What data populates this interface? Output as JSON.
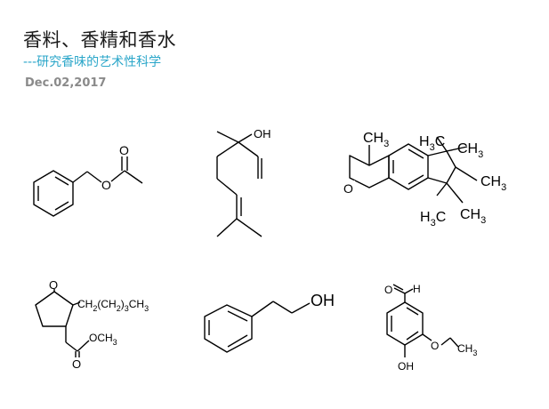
{
  "header": {
    "title": "香料、香精和香水",
    "subtitle": "---研究香味的艺术性科学",
    "date": "Dec.02,2017"
  },
  "molecules": {
    "m1": {
      "o1": "O",
      "o2": "O"
    },
    "m2": {
      "oh": "OH"
    },
    "m3": {
      "ch3_top": "CH",
      "sub3_a": "3",
      "h3c_a": "H",
      "sub3_b": "3",
      "c_a": "C",
      "ch3_tr": "CH",
      "sub3_c": "3",
      "ch3_r": "CH",
      "sub3_d": "3",
      "h3c_b": "H",
      "sub3_e": "3",
      "c_b": "C",
      "ch3_br": "CH",
      "sub3_f": "3",
      "o": "O"
    },
    "m4": {
      "o_ketone": "O",
      "chain_a": "CH",
      "sub2": "2",
      "chain_b": "(CH",
      "sub2b": "2",
      "chain_c": ")",
      "sub3n": "3",
      "chain_d": "CH",
      "sub3": "3",
      "och3_a": "OCH",
      "och3_sub": "3",
      "o_ester": "O"
    },
    "m5": {
      "oh": "OH"
    },
    "m6": {
      "o_ald": "O",
      "h_ald": "H",
      "o_ether": "O",
      "ch3": "CH",
      "sub3": "3",
      "oh": "OH"
    }
  }
}
